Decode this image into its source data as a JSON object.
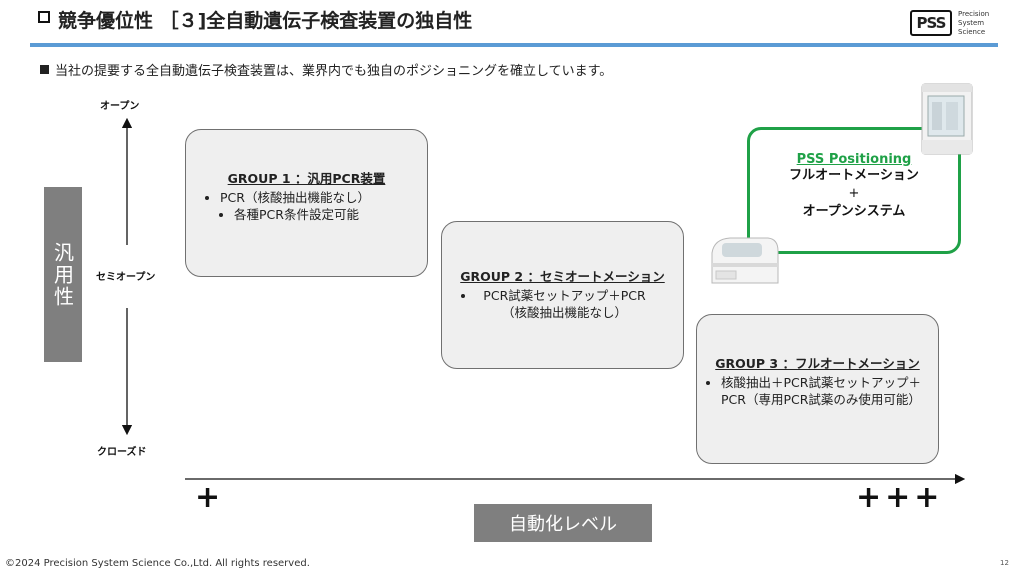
{
  "title": "競争優位性 ［３]全自動遺伝子検査装置の独自性",
  "logo": {
    "mark": "PSS",
    "line1": "Precision",
    "line2": "System",
    "line3": "Science"
  },
  "intro": "当社の提要する全自動遺伝子検査装置は、業界内でも独自のポジショニングを確立しています。",
  "y_axis": {
    "top_label": "オープン",
    "mid_label": "セミオープン",
    "bottom_label": "クローズド",
    "bar_label": "汎用性"
  },
  "x_axis": {
    "left_mark": "+",
    "right_mark": "+++",
    "bar_label": "自動化レベル"
  },
  "groups": [
    {
      "title": "GROUP 1 ：汎用PCR装置",
      "items": [
        "PCR（核酸抽出機能なし）",
        "各種PCR条件設定可能"
      ]
    },
    {
      "title": "GROUP 2 ：セミオートメーション",
      "items": [
        "PCR試薬セットアップ＋PCR（核酸抽出機能なし）"
      ]
    },
    {
      "title": "GROUP 3 ：フルオートメーション",
      "items": [
        "核酸抽出＋PCR試薬セットアップ＋PCR（専用PCR試薬のみ使用可能）"
      ]
    }
  ],
  "pss": {
    "title": "PSS Positioning",
    "line1": "フルオートメーション",
    "line2": "+",
    "line3": "オープンシステム"
  },
  "colors": {
    "accent_blue": "#5b9bd5",
    "pss_green": "#1fa147",
    "bar_gray": "#7f7f7f",
    "box_fill": "#efefef"
  },
  "footer": "©2024 Precision System Science Co.,Ltd. All rights reserved.",
  "page_number": "12"
}
